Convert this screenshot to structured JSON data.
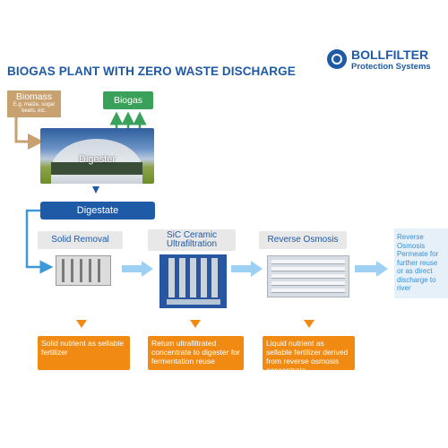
{
  "title": "BIOGAS PLANT WITH ZERO WASTE DISCHARGE",
  "logo": {
    "name": "BOLLFILTER",
    "subtitle": "Protection Systems"
  },
  "biomass": {
    "label": "Biomass",
    "sublabel": "E.g. maize, sugar beets, etc."
  },
  "biogas": {
    "label": "Biogas"
  },
  "digester": {
    "label": "Digester"
  },
  "digestate": {
    "label": "Digestate"
  },
  "steps": [
    {
      "label": "Solid Removal"
    },
    {
      "label": "SiC Ceramic Ultrafiltration"
    },
    {
      "label": "Reverse Osmosis"
    }
  ],
  "permeate": {
    "label": "Reverse Osmosis Permeate for further reuse or as direct discharge to river"
  },
  "outputs": [
    {
      "label": "Solid nutrient as sellable fertilizer"
    },
    {
      "label": "Return ultrafiltrated concentrate to digester for fermentation reuse"
    },
    {
      "label": "Liquid nutrient as sellable fertilizer derived from reverse osmosis concentrate"
    }
  ],
  "colors": {
    "brand_blue": "#1f5aa6",
    "biogas_green": "#3aa15a",
    "biomass_tan": "#c8a170",
    "output_orange": "#f08a12",
    "flow_light_blue": "#9dd0f2",
    "flow_blue": "#3a9ad9"
  }
}
